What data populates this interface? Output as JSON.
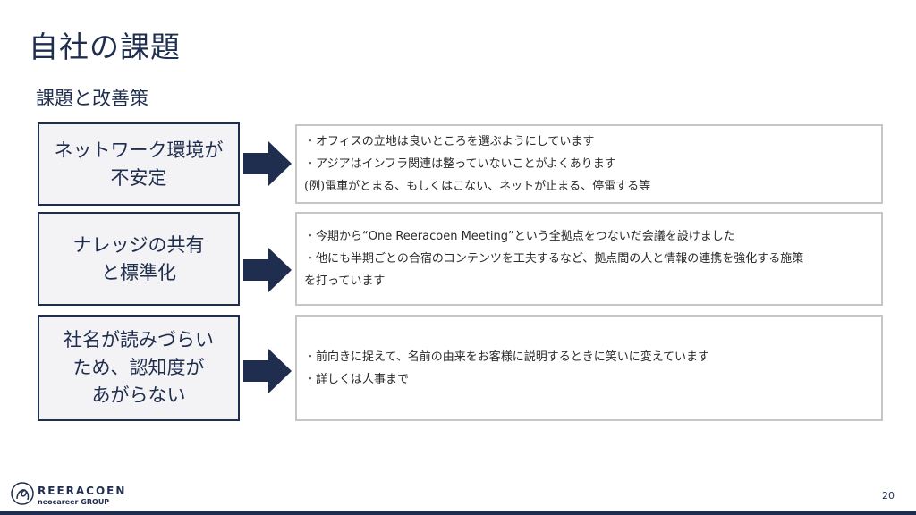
{
  "slide": {
    "title": "自社の課題",
    "subtitle": "課題と改善策",
    "page_number": "20"
  },
  "rows": [
    {
      "issue": "ネットワーク環境が\n不安定",
      "details": [
        "・オフィスの立地は良いところを選ぶようにしています",
        "・アジアはインフラ関連は整っていないことがよくあります",
        "(例)電車がとまる、もしくはこない、ネットが止まる、停電する等"
      ]
    },
    {
      "issue": "ナレッジの共有\nと標準化",
      "details": [
        "・今期から“One Reeracoen Meeting”という全拠点をつないだ会議を設けました",
        "・他にも半期ごとの合宿のコンテンツを工夫するなど、拠点間の人と情報の連携を強化する施策",
        "を打っています"
      ]
    },
    {
      "issue": "社名が読みづらい\nため、認知度が\nあがらない",
      "details": [
        "・前向きに捉えて、名前の由来をお客様に説明するときに笑いに変えています",
        "・詳しくは人事まで"
      ]
    }
  ],
  "logo": {
    "name": "REERACOEN",
    "sub": "neocareer GROUP"
  },
  "colors": {
    "navy": "#1f2d4e",
    "box_fill": "#f3f3f5",
    "detail_border": "#c6c6c6"
  },
  "icons": {
    "arrow": "right-arrow-icon",
    "logo": "reeracoen-logo-icon"
  }
}
